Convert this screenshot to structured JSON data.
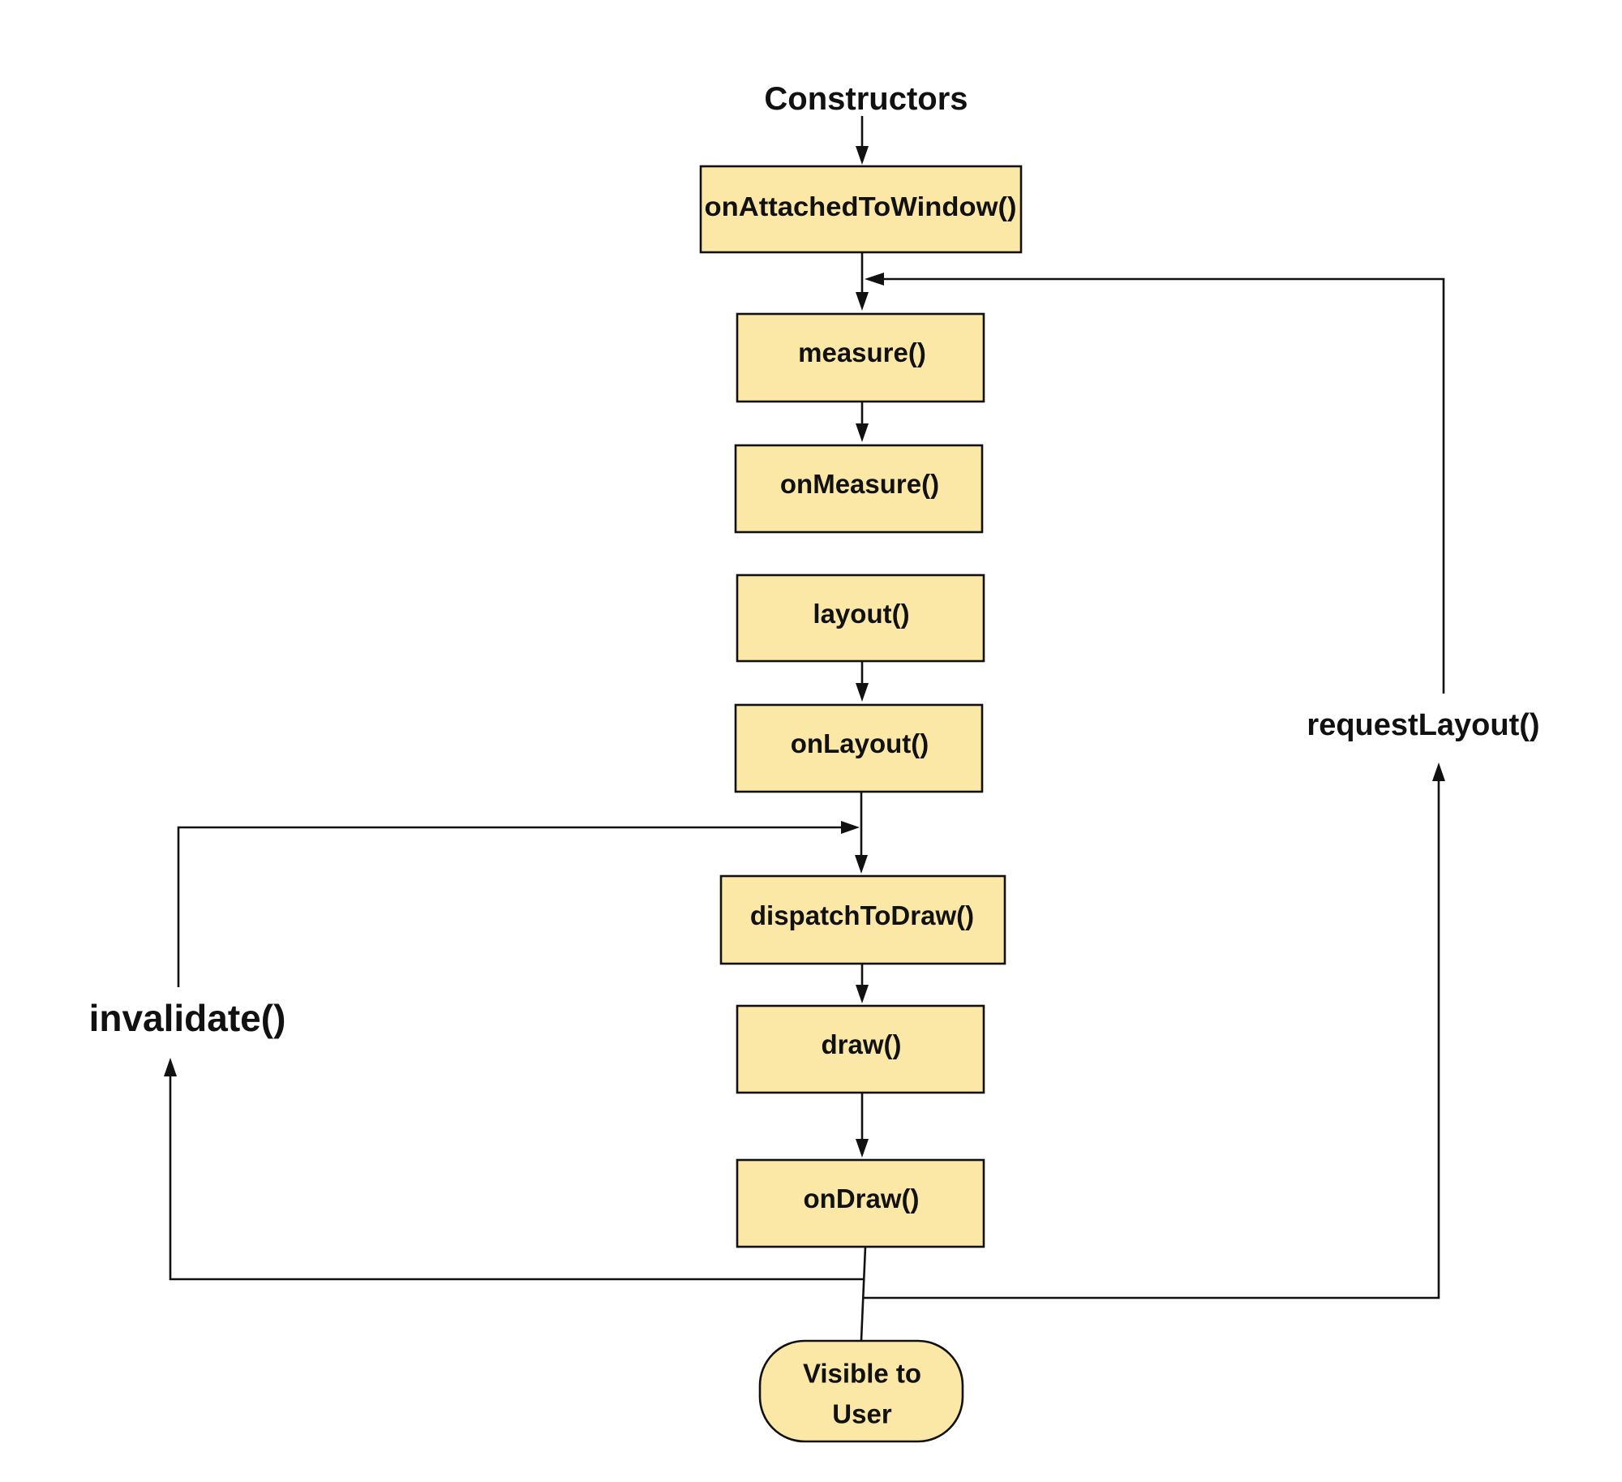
{
  "diagram": {
    "start_label": "Constructors",
    "nodes": [
      {
        "id": "onAttachedToWindow",
        "label": "onAttachedToWindow()",
        "shape": "rect"
      },
      {
        "id": "measure",
        "label": "measure()",
        "shape": "rect"
      },
      {
        "id": "onMeasure",
        "label": "onMeasure()",
        "shape": "rect"
      },
      {
        "id": "layout",
        "label": "layout()",
        "shape": "rect"
      },
      {
        "id": "onLayout",
        "label": "onLayout()",
        "shape": "rect"
      },
      {
        "id": "dispatchToDraw",
        "label": "dispatchToDraw()",
        "shape": "rect"
      },
      {
        "id": "draw",
        "label": "draw()",
        "shape": "rect"
      },
      {
        "id": "onDraw",
        "label": "onDraw()",
        "shape": "rect"
      },
      {
        "id": "visible",
        "label_lines": [
          "Visible to",
          "User"
        ],
        "shape": "terminal"
      }
    ],
    "loop_labels": {
      "invalidate": "invalidate()",
      "request_layout": "requestLayout()"
    },
    "colors": {
      "node_fill": "#fce8a6",
      "stroke": "#111111"
    }
  }
}
